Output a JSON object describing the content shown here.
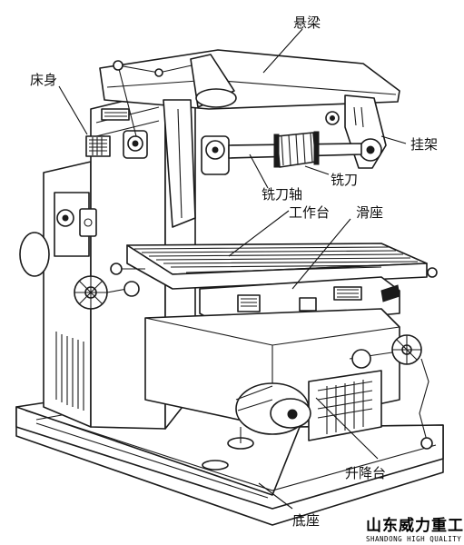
{
  "diagram": {
    "labels": {
      "overarm": "悬梁",
      "column": "床身",
      "arbor_support": "挂架",
      "cutter": "铣刀",
      "arbor": "铣刀轴",
      "table": "工作台",
      "saddle": "滑座",
      "knee": "升降台",
      "base": "底座"
    }
  },
  "logo": {
    "name": "山东威力重工",
    "tagline": "SHANDONG HIGH QUALITY"
  }
}
